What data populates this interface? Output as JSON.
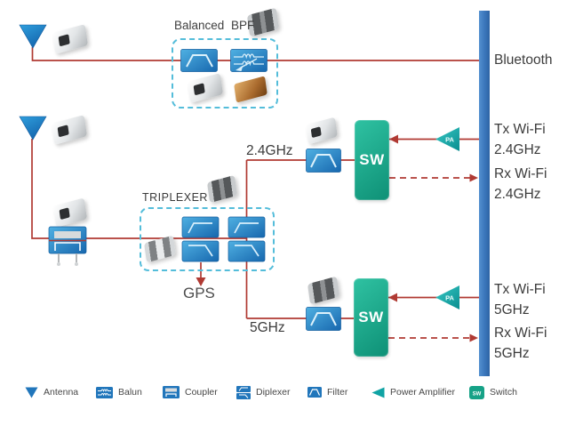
{
  "labels": {
    "balanced_bpf": "Balanced BPF",
    "bluetooth": "Bluetooth",
    "triplexer": "TRIPLEXER",
    "gps": "GPS",
    "band_24": "2.4GHz",
    "band_5": "5GHz",
    "sw": "SW",
    "pa": "PA",
    "tx_wifi_24": {
      "line1": "Tx Wi-Fi",
      "line2": "2.4GHz"
    },
    "rx_wifi_24": {
      "line1": "Rx Wi-Fi",
      "line2": "2.4GHz"
    },
    "tx_wifi_5": {
      "line1": "Tx Wi-Fi",
      "line2": "5GHz"
    },
    "rx_wifi_5": {
      "line1": "Rx Wi-Fi",
      "line2": "5GHz"
    }
  },
  "legend": {
    "items": [
      {
        "icon": "antenna-icon",
        "label": "Antenna"
      },
      {
        "icon": "balun-icon",
        "label": "Balun"
      },
      {
        "icon": "coupler-icon",
        "label": "Coupler"
      },
      {
        "icon": "diplexer-icon",
        "label": "Diplexer"
      },
      {
        "icon": "filter-icon",
        "label": "Filter"
      },
      {
        "icon": "power-amplifier-icon",
        "label": "Power Amplifier"
      },
      {
        "icon": "switch-icon",
        "label": "Switch"
      }
    ]
  },
  "colors": {
    "signal_line_red": "#b03a33",
    "bus_bar_blue": "#3a76bb",
    "component_blue": "#1f74ba",
    "dashed_border_cyan": "#54bdda",
    "switch_teal": "#16a287",
    "pa_teal": "#10a3a4"
  }
}
